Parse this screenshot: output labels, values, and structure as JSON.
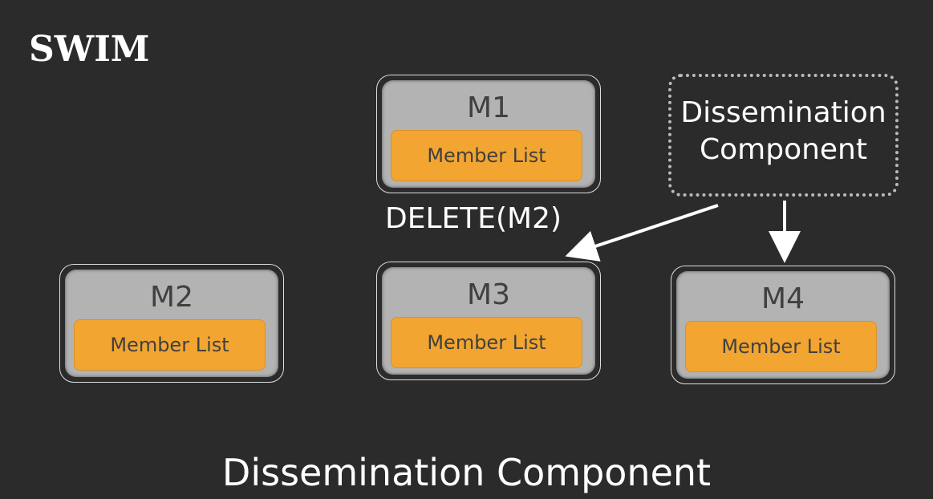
{
  "title": "SWIM",
  "nodes": [
    {
      "label": "M1",
      "list": "Member List"
    },
    {
      "label": "M2",
      "list": "Member List"
    },
    {
      "label": "M3",
      "list": "Member List"
    },
    {
      "label": "M4",
      "list": "Member List"
    }
  ],
  "dissemination": {
    "line1": "Dissemination",
    "line2": "Component"
  },
  "message": "DELETE(M2)",
  "caption": "Dissemination Component",
  "colors": {
    "background": "#2b2b2b",
    "node": "#b3b3b3",
    "member_list": "#f2a530"
  }
}
